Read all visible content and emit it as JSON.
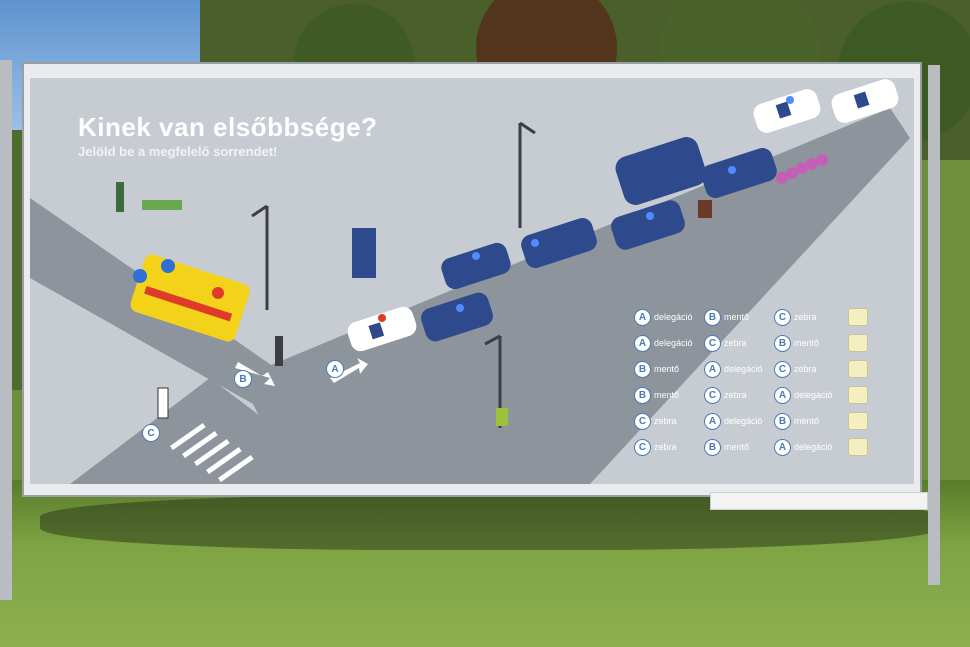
{
  "poster": {
    "title": "Kinek van elsőbbsége?",
    "subtitle": "Jelöld be a megfelelő sorrendet!"
  },
  "scene_labels": {
    "a": "A",
    "b": "B",
    "c": "C"
  },
  "answers": [
    [
      {
        "letter": "A",
        "word": "delegáció"
      },
      {
        "letter": "B",
        "word": "mentő"
      },
      {
        "letter": "C",
        "word": "zebra"
      }
    ],
    [
      {
        "letter": "A",
        "word": "delegáció"
      },
      {
        "letter": "C",
        "word": "zebra"
      },
      {
        "letter": "B",
        "word": "mentő"
      }
    ],
    [
      {
        "letter": "B",
        "word": "mentő"
      },
      {
        "letter": "A",
        "word": "delegáció"
      },
      {
        "letter": "C",
        "word": "zebra"
      }
    ],
    [
      {
        "letter": "B",
        "word": "mentő"
      },
      {
        "letter": "C",
        "word": "zebra"
      },
      {
        "letter": "A",
        "word": "delegáció"
      }
    ],
    [
      {
        "letter": "C",
        "word": "zebra"
      },
      {
        "letter": "A",
        "word": "delegáció"
      },
      {
        "letter": "B",
        "word": "mentő"
      }
    ],
    [
      {
        "letter": "C",
        "word": "zebra"
      },
      {
        "letter": "B",
        "word": "mentő"
      },
      {
        "letter": "A",
        "word": "delegáció"
      }
    ]
  ],
  "colors": {
    "road": "#8e949b",
    "board": "#c7ccd3",
    "police_blue": "#2f4a8c",
    "ambulance": "#f3d21a"
  }
}
